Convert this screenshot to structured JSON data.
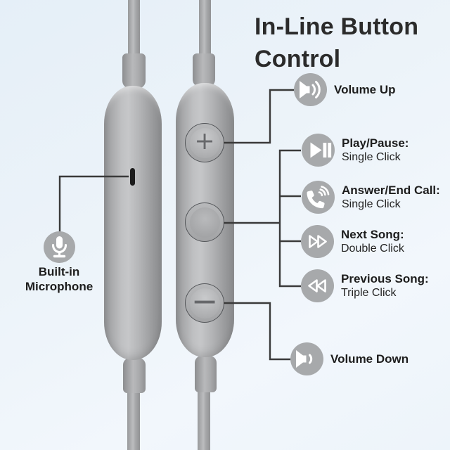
{
  "title": {
    "line1": "In-Line Button",
    "line2": "Control"
  },
  "device": {
    "plus_button_glyph": "+",
    "minus_button_glyph": "−"
  },
  "mic_callout": {
    "label_line1": "Built-in",
    "label_line2": "Microphone"
  },
  "features": [
    {
      "icon": "volume-up-icon",
      "title": "Volume Up",
      "subtitle": ""
    },
    {
      "icon": "play-pause-icon",
      "title": "Play/Pause:",
      "subtitle": "Single Click"
    },
    {
      "icon": "answer-end-call-icon",
      "title": "Answer/End Call:",
      "subtitle": "Single Click"
    },
    {
      "icon": "next-song-icon",
      "title": "Next Song:",
      "subtitle": "Double Click"
    },
    {
      "icon": "previous-song-icon",
      "title": "Previous Song:",
      "subtitle": "Triple Click"
    },
    {
      "icon": "volume-down-icon",
      "title": "Volume Down",
      "subtitle": ""
    }
  ],
  "colors": {
    "background_top": "#e5eff8",
    "background_bottom": "#f2f7fc",
    "device_gray": "#a9aaac",
    "icon_circle": "#a7a9ab",
    "icon_glyph": "#ffffff",
    "connector_line": "#3a3a3a",
    "text": "#1d1d1d"
  }
}
